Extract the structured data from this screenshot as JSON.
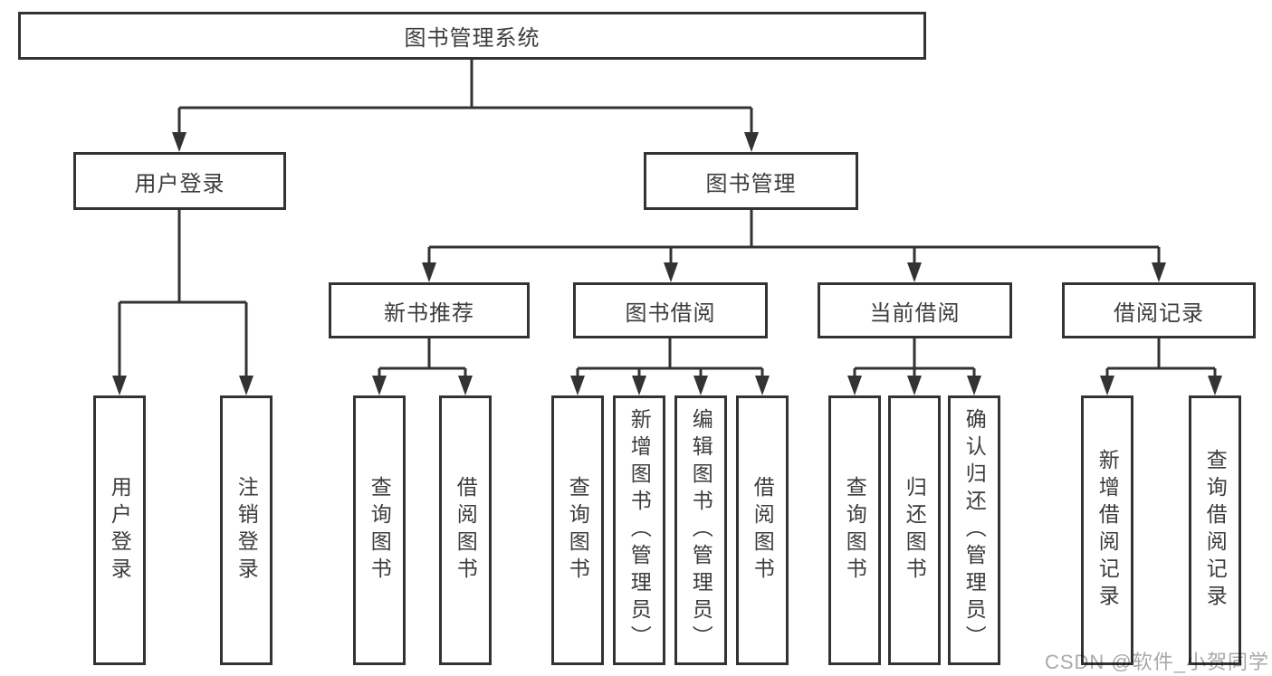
{
  "diagram": {
    "title": "图书管理系统",
    "branches": {
      "user": {
        "label": "用户登录",
        "children": [
          {
            "label": "用户登录"
          },
          {
            "label": "注销登录"
          }
        ]
      },
      "books": {
        "label": "图书管理",
        "sections": [
          {
            "label": "新书推荐",
            "children": [
              {
                "label": "查询图书"
              },
              {
                "label": "借阅图书"
              }
            ]
          },
          {
            "label": "图书借阅",
            "children": [
              {
                "label": "查询图书"
              },
              {
                "label": "新增图书（管理员）"
              },
              {
                "label": "编辑图书（管理员）"
              },
              {
                "label": "借阅图书"
              }
            ]
          },
          {
            "label": "当前借阅",
            "children": [
              {
                "label": "查询图书"
              },
              {
                "label": "归还图书"
              },
              {
                "label": "确认归还（管理员）"
              }
            ]
          },
          {
            "label": "借阅记录",
            "children": [
              {
                "label": "新增借阅记录"
              },
              {
                "label": "查询借阅记录"
              }
            ]
          }
        ]
      }
    }
  },
  "watermark": {
    "text": "CSDN @软件_小贺同学"
  },
  "colors": {
    "line": "#333333",
    "box_border": "#333333",
    "text": "#3c3c3c",
    "watermark": "#a9a9a9",
    "background": "#ffffff"
  }
}
